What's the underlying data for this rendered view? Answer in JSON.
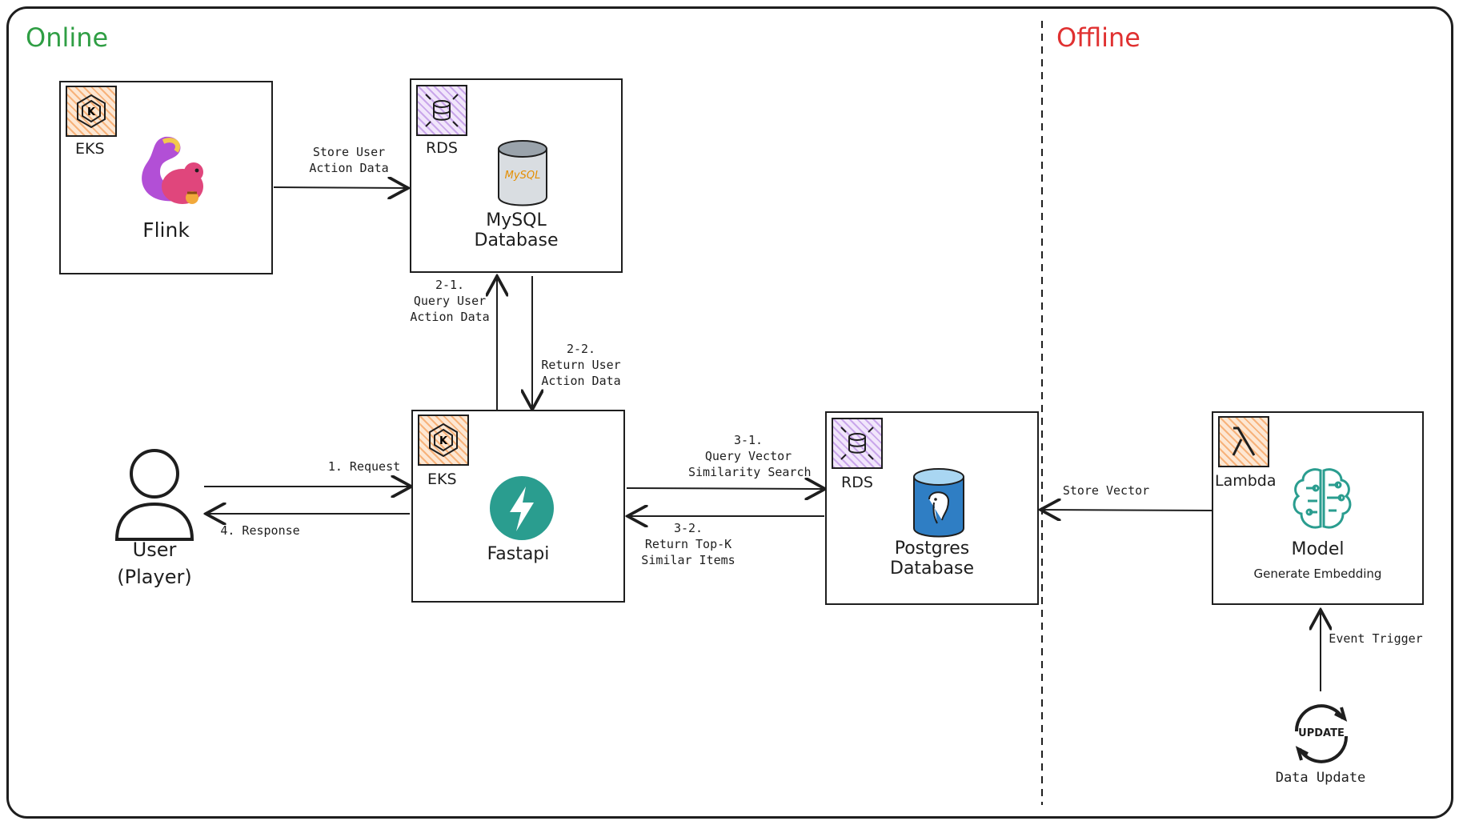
{
  "zones": {
    "online": "Online",
    "offline": "Offline"
  },
  "nodes": {
    "flink": {
      "badge": "EKS",
      "name": "Flink"
    },
    "mysql": {
      "badge": "RDS",
      "name_line1": "MySQL",
      "name_line2": "Database",
      "logo_text": "MySQL"
    },
    "fastapi": {
      "badge": "EKS",
      "name": "Fastapi"
    },
    "postgres": {
      "badge": "RDS",
      "name_line1": "Postgres",
      "name_line2": "Database"
    },
    "lambda": {
      "badge": "Lambda",
      "name": "Model",
      "subtitle": "Generate Embedding"
    },
    "user": {
      "name_line1": "User",
      "name_line2": "(Player)"
    },
    "update": {
      "icon_text": "UPDATE",
      "label": "Data Update"
    }
  },
  "edges": {
    "store_user": {
      "line1": "Store User",
      "line2": "Action Data"
    },
    "query_user": {
      "line1": "2-1.",
      "line2": "Query User",
      "line3": "Action Data"
    },
    "return_user": {
      "line1": "2-2.",
      "line2": "Return User",
      "line3": "Action Data"
    },
    "request": "1. Request",
    "response": "4. Response",
    "query_vector": {
      "line1": "3-1.",
      "line2": "Query Vector",
      "line3": "Similarity Search"
    },
    "return_topk": {
      "line1": "3-2.",
      "line2": "Return Top-K",
      "line3": "Similar Items"
    },
    "store_vector": "Store Vector",
    "event_trigger": "Event Trigger"
  },
  "colors": {
    "online": "#2f9e44",
    "offline": "#e03131",
    "fastapi": "#2a9d8f",
    "postgres": "#2f7ec4",
    "model": "#2a9d8f"
  }
}
